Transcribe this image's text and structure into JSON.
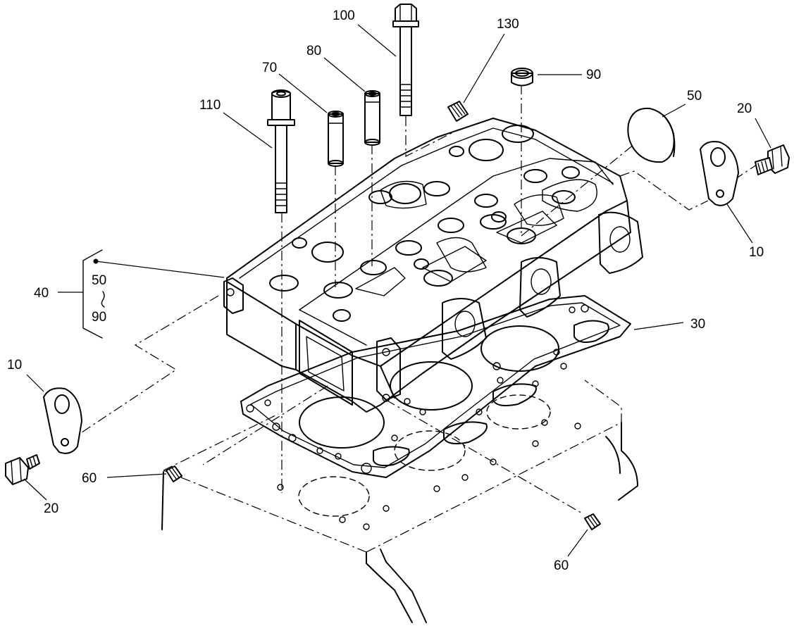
{
  "callouts": {
    "c100": "100",
    "c130": "130",
    "c80": "80",
    "c90_top": "90",
    "c70": "70",
    "c50_top": "50",
    "c110": "110",
    "c20_right": "20",
    "c10_right": "10",
    "c40": "40",
    "c50_group": "50",
    "c90_group": "90",
    "c30": "30",
    "c10_left": "10",
    "c20_left": "20",
    "c60_left": "60",
    "c60_bottom": "60"
  }
}
